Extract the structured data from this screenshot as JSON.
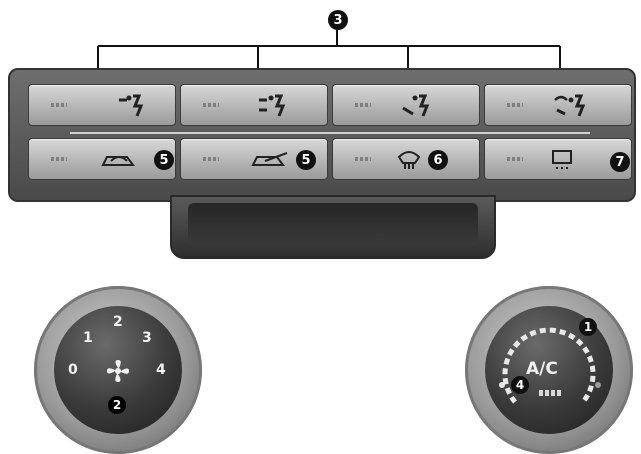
{
  "callouts": {
    "vents_group": "3",
    "recirc": "5",
    "fresh_air": "5",
    "defrost_front": "6",
    "defrost_rear": "7",
    "fan_knob": "2",
    "temp_arc": "1",
    "ac_indicator": "4"
  },
  "mode_buttons": [
    {
      "icon": "face-vent-icon"
    },
    {
      "icon": "bi-level-vent-icon"
    },
    {
      "icon": "floor-vent-icon"
    },
    {
      "icon": "floor-defrost-vent-icon"
    }
  ],
  "function_buttons": [
    {
      "icon": "recirculation-icon"
    },
    {
      "icon": "fresh-air-icon"
    },
    {
      "icon": "front-defrost-icon"
    },
    {
      "icon": "rear-defrost-icon"
    }
  ],
  "fan_knob": {
    "speeds": [
      "0",
      "1",
      "2",
      "3",
      "4"
    ],
    "icon": "fan-icon"
  },
  "ac_knob": {
    "label": "A/C"
  },
  "colors": {
    "panel": "#5a5a5a",
    "button": "#c4c4c4",
    "callout": "#111111"
  }
}
